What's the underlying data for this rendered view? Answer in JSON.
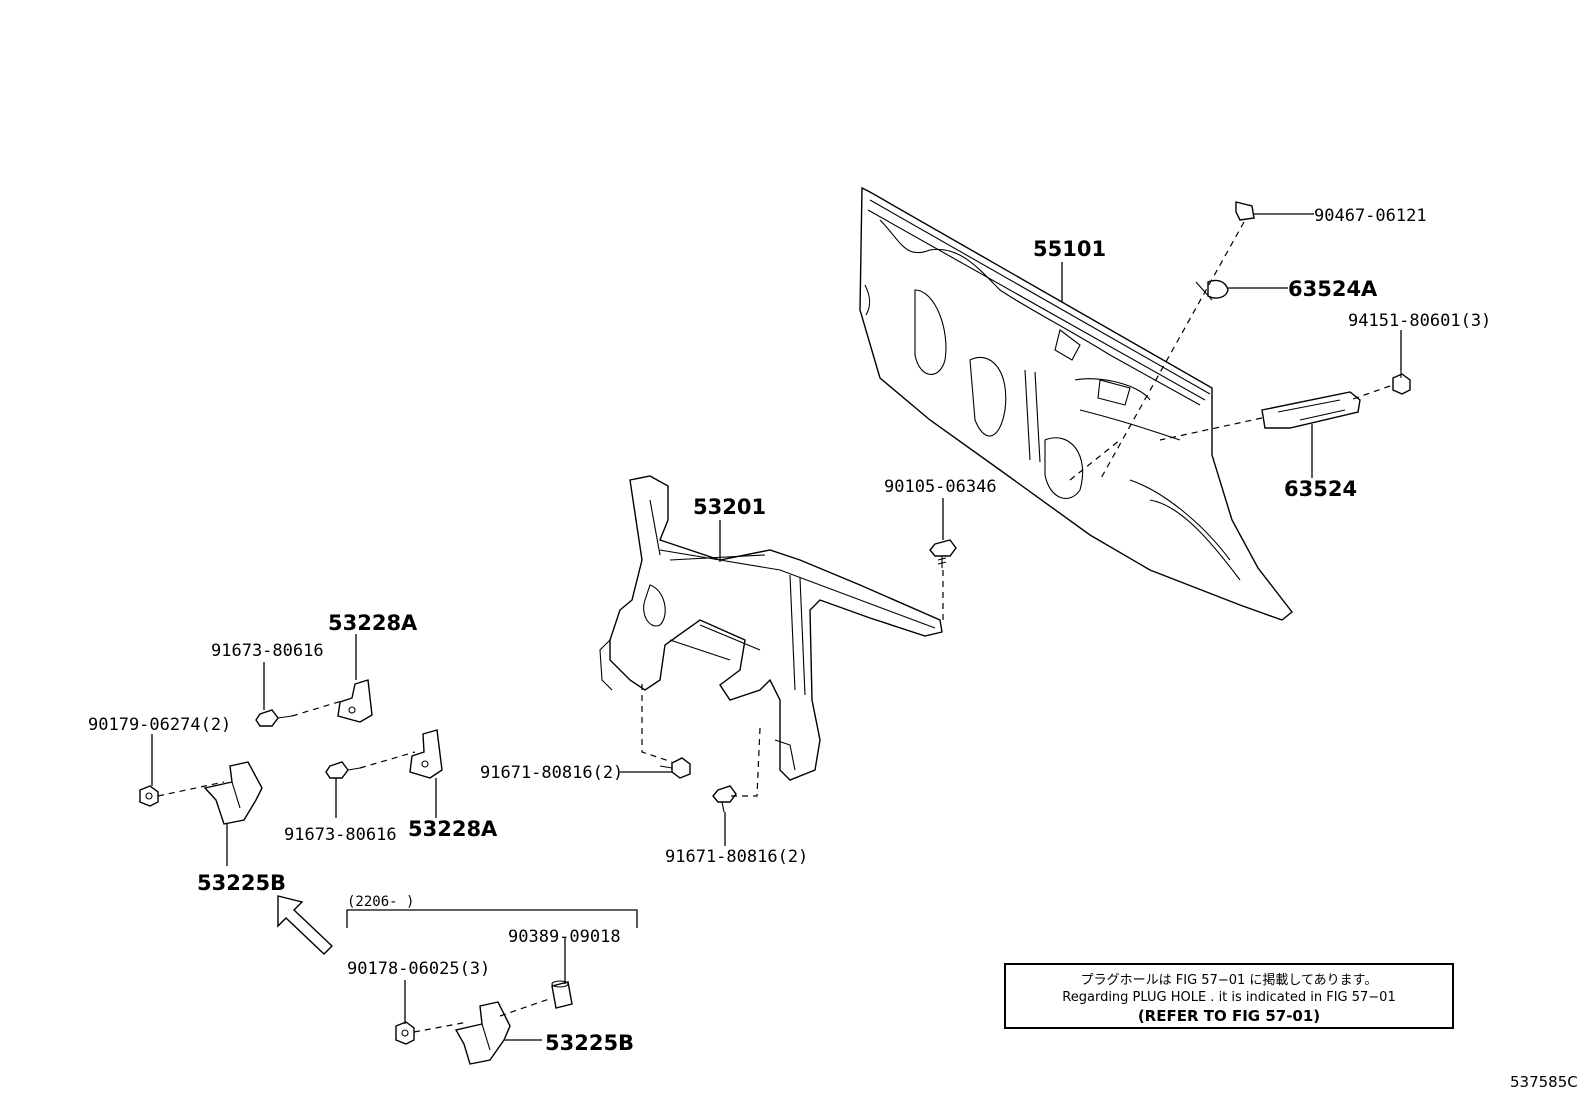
{
  "labels": {
    "p55101": "55101",
    "p90467": "90467-06121",
    "p63524A": "63524A",
    "p94151": "94151-80601(3)",
    "p63524": "63524",
    "p90105": "90105-06346",
    "p53201": "53201",
    "p53228A_top": "53228A",
    "p91673_top": "91673-80616",
    "p90179": "90179-06274(2)",
    "p91673_bot": "91673-80616",
    "p53228A_bot": "53228A",
    "p53225B_top": "53225B",
    "p91671_a": "91671-80816(2)",
    "p91671_b": "91671-80816(2)",
    "p2206": "(2206-    )",
    "p90389": "90389-09018",
    "p90178": "90178-06025(3)",
    "p53225B_bot": "53225B"
  },
  "note": {
    "line1": "プラグホールは FIG 57−01 に掲載してあります。",
    "line2": "Regarding PLUG HOLE . it is indicated in FIG 57−01",
    "line3": "(REFER TO FIG 57-01)"
  },
  "figure_id": "537585C"
}
